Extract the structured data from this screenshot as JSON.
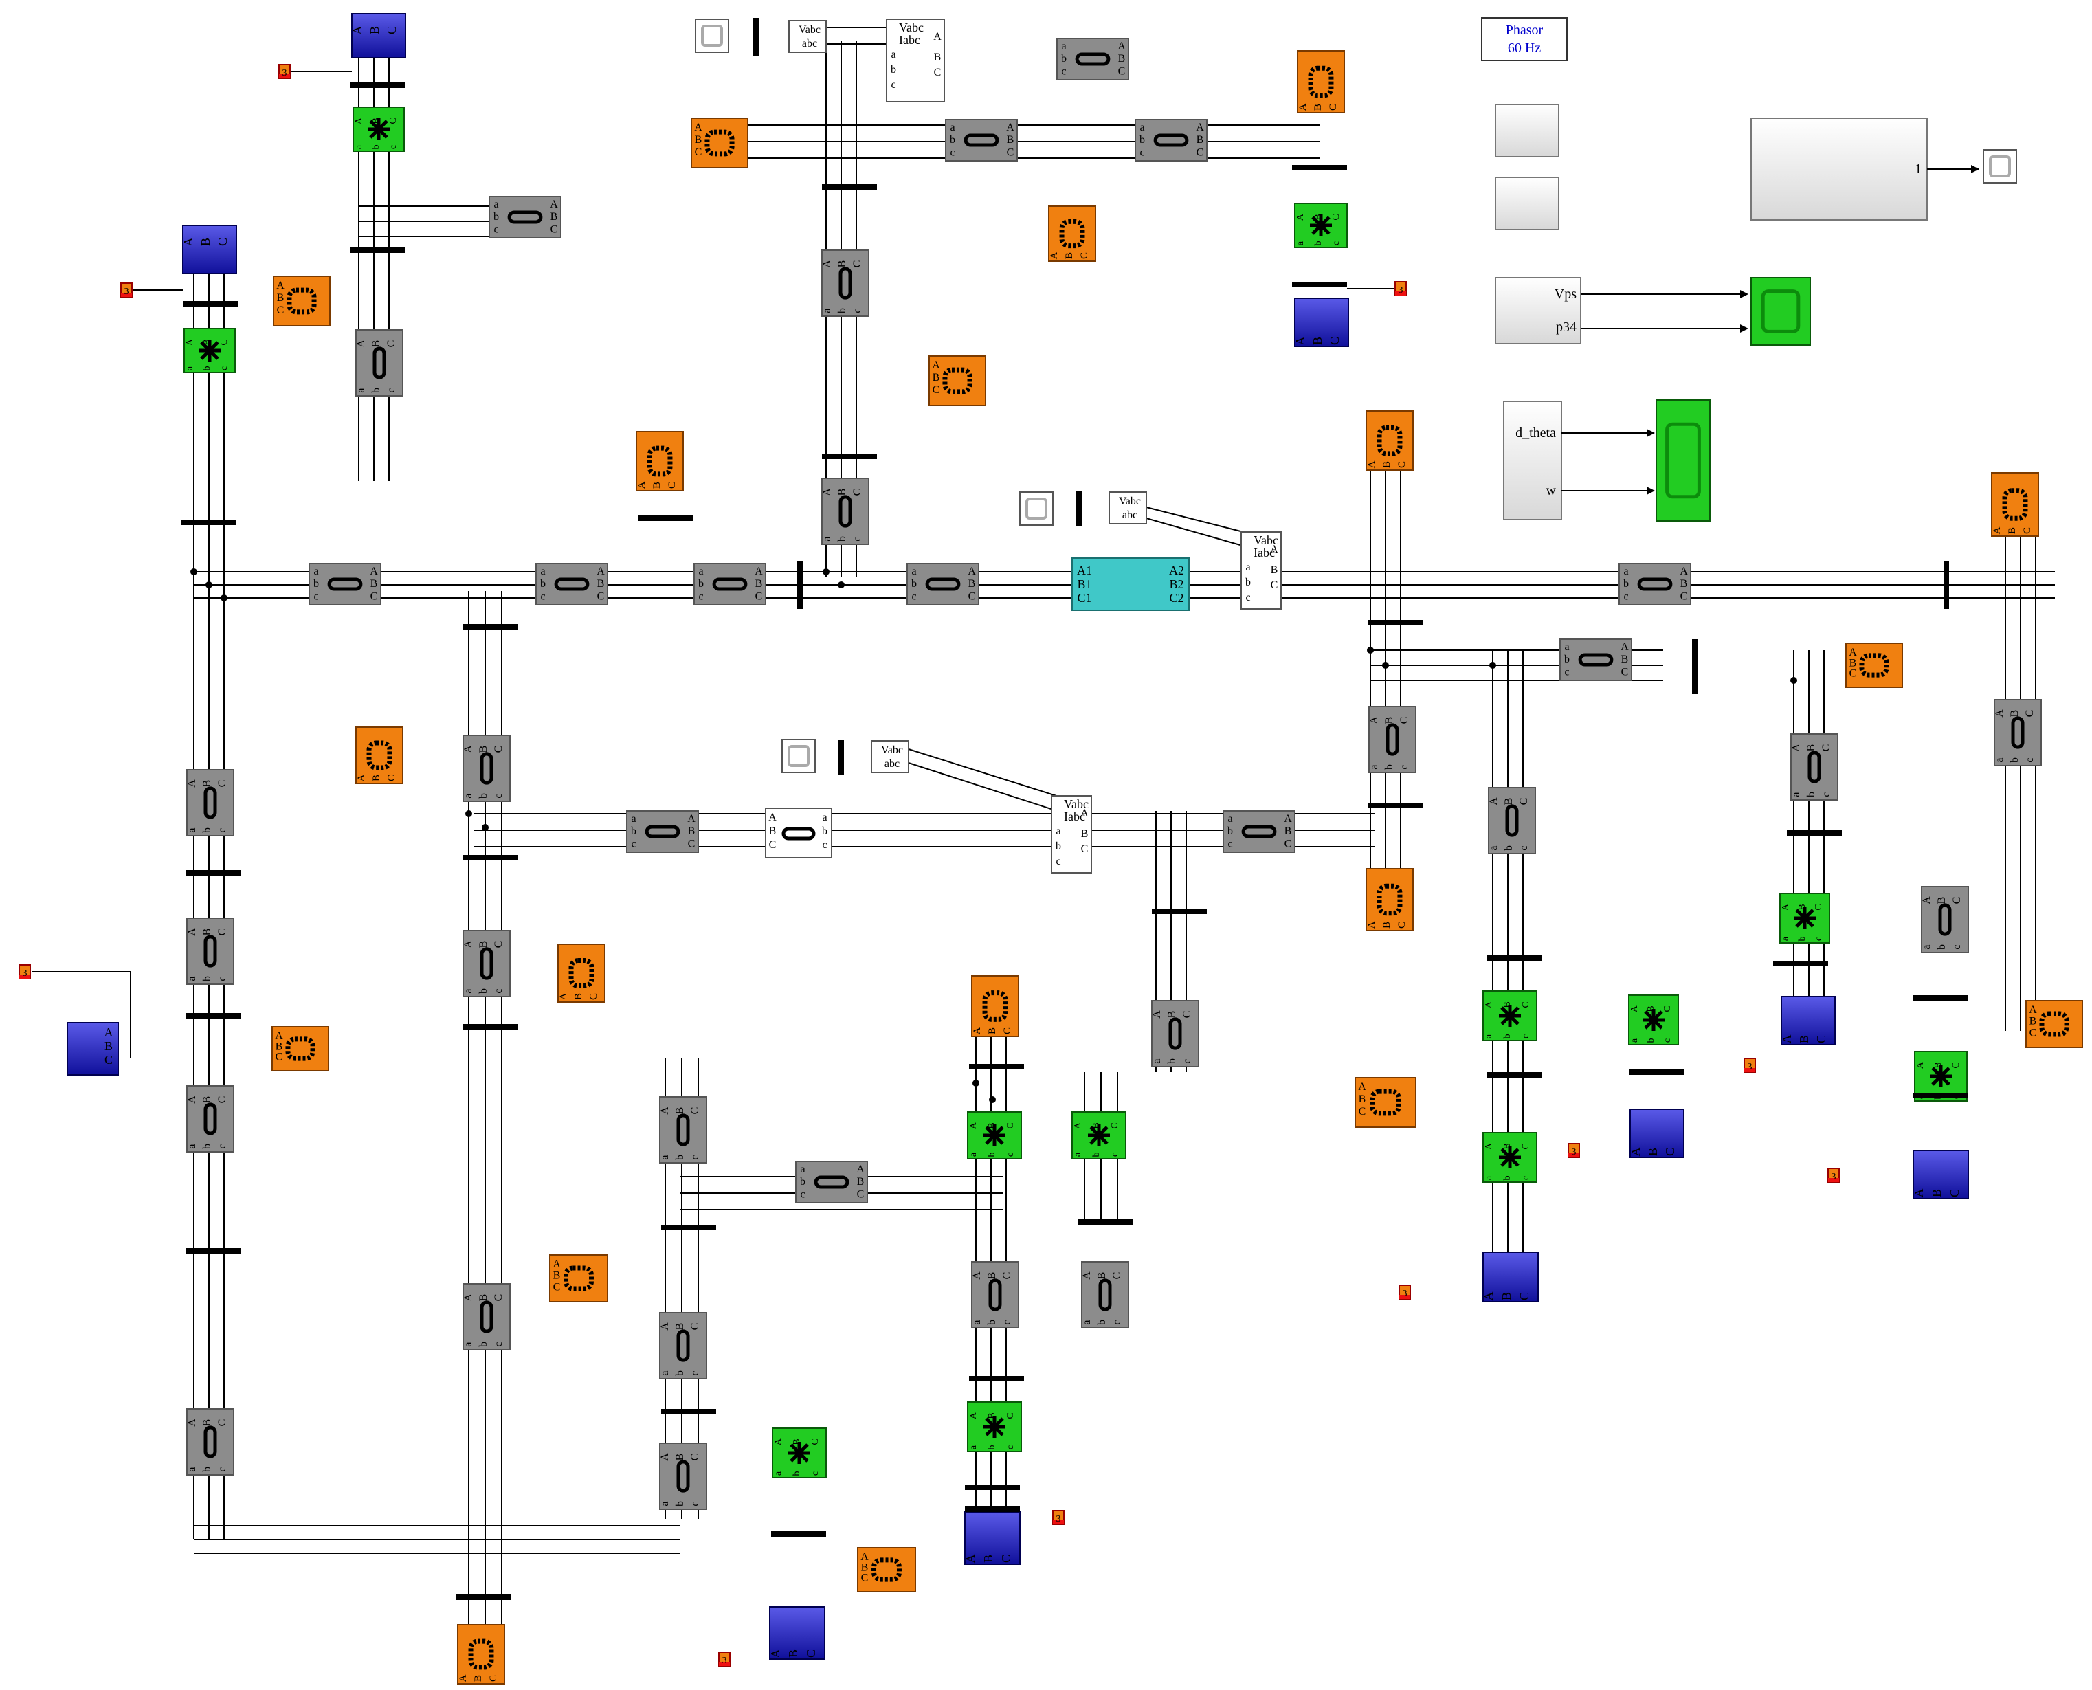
{
  "powergui": {
    "mode": "Phasor",
    "frequency": "60 Hz"
  },
  "labels": {
    "A": "A",
    "B": "B",
    "C": "C",
    "a": "a",
    "b": "b",
    "c": "c",
    "A1": "A1",
    "B1": "B1",
    "C1": "C1",
    "A2": "A2",
    "B2": "B2",
    "C2": "C2",
    "Vabc": "Vabc",
    "Iabc": "Iabc",
    "abc": "abc"
  },
  "pll_block": {
    "out_label": "1"
  },
  "scope_vps_block": {
    "port1": "Vps",
    "port2": "p34"
  },
  "scope_dtheta_block": {
    "port1": "d_theta",
    "port2": "w"
  },
  "source_tag": "3",
  "colors": {
    "gray": "#8c8c8c",
    "orange": "#f08010",
    "green": "#22cc22",
    "blue": "#2828b8",
    "cyan": "#40c8c8",
    "red": "#ee1111",
    "line": "#000000",
    "powergui_text": "#0000cc"
  }
}
